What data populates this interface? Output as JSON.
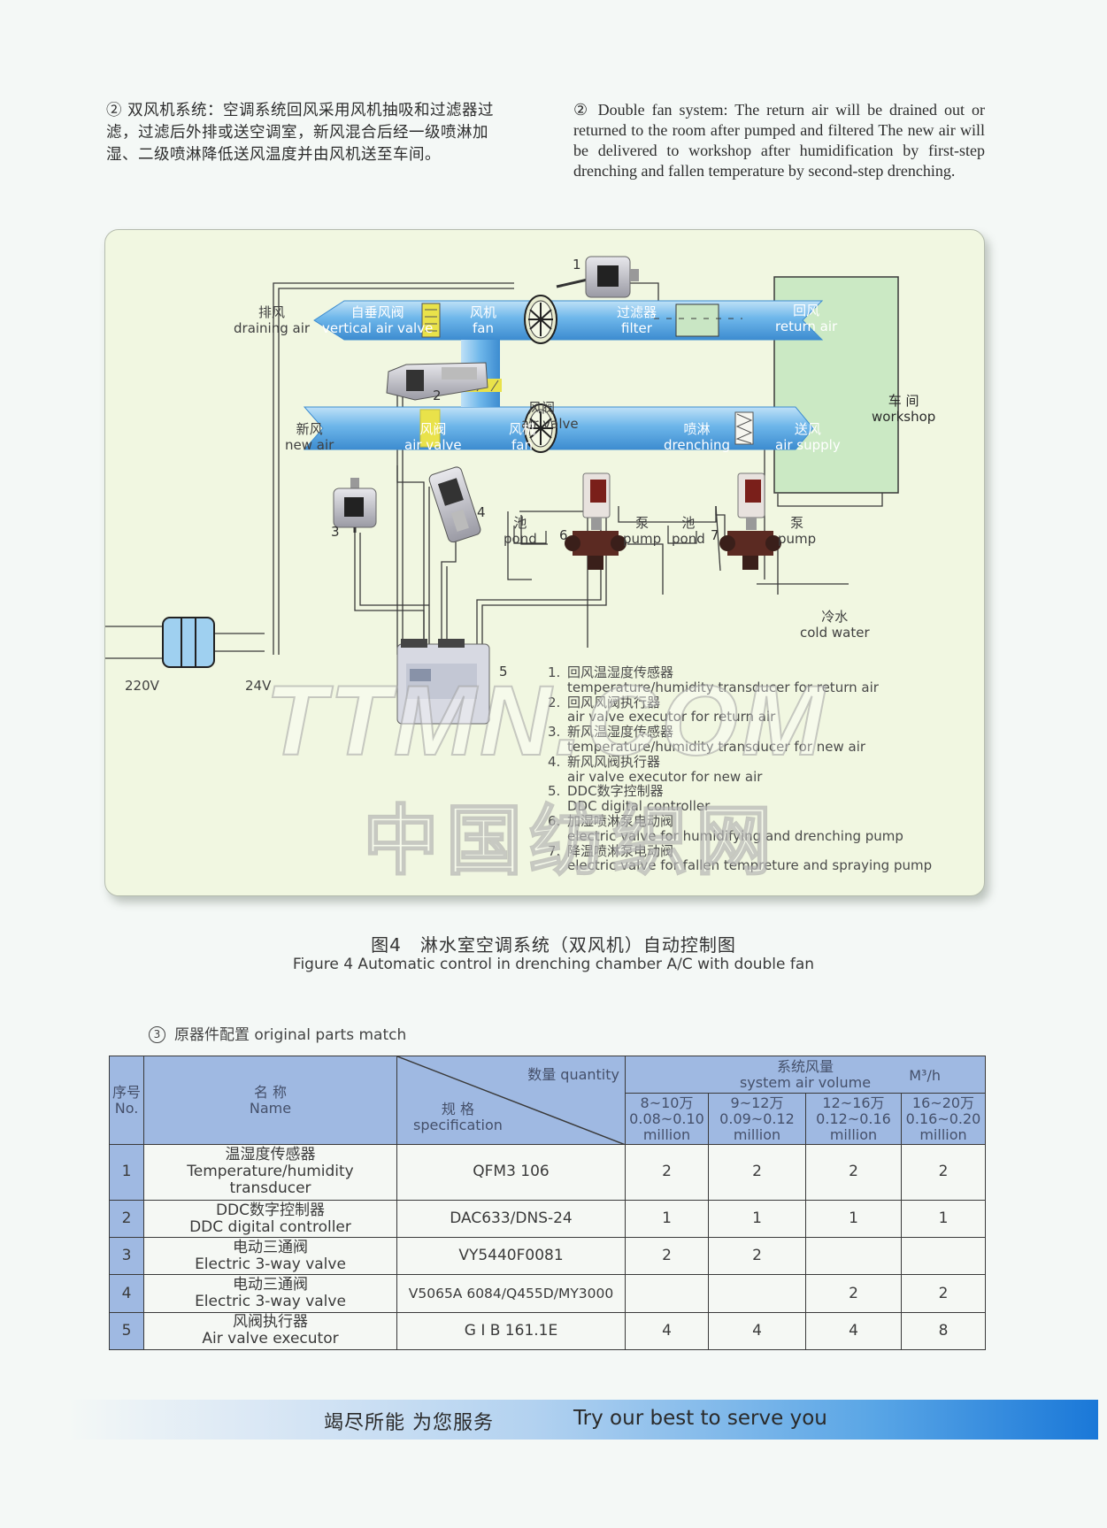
{
  "intro": {
    "cn": "② 双风机系统：空调系统回风采用风机抽吸和过滤器过滤，过滤后外排或送空调室，新风混合后经一级喷淋加湿、二级喷淋降低送风温度并由风机送至车间。",
    "en": "② Double fan system: The return air will be drained out or returned to the room after pumped and filtered The new air will be delivered to workshop after humidification by first-step drenching and fallen temperature by second-step drenching."
  },
  "diagram": {
    "labels": {
      "draining_cn": "排风",
      "draining_en": "draining air",
      "vertical_valve_cn": "自垂风阀",
      "vertical_valve_en": "vertical air valve",
      "fan_top_cn": "风机",
      "fan_top_en": "fan",
      "filter_cn": "过滤器",
      "filter_en": "filter",
      "return_cn": "回风",
      "return_en": "return air",
      "workshop_cn": "车 间",
      "workshop_en": "workshop",
      "air_valve_mid_cn": "风阀",
      "air_valve_mid_en": "air valve",
      "new_air_cn": "新风",
      "new_air_en": "new air",
      "air_valve_low_cn": "风阀",
      "air_valve_low_en": "air valve",
      "fan_low_cn": "风机",
      "fan_low_en": "fan",
      "drenching_cn": "喷淋",
      "drenching_en": "drenching",
      "supply_cn": "送风",
      "supply_en": "air supply",
      "pond1_cn": "池",
      "pond1_en": "pond",
      "pump1_cn": "泵",
      "pump1_en": "pump",
      "pond2_cn": "池",
      "pond2_en": "pond",
      "pump2_cn": "泵",
      "pump2_en": "pump",
      "cold_water_cn": "冷水",
      "cold_water_en": "cold water",
      "v220": "220V",
      "v24": "24V"
    },
    "numbers": [
      "1",
      "2",
      "3",
      "4",
      "5",
      "6",
      "7"
    ],
    "legend": [
      {
        "n": "1.",
        "cn": "回风温湿度传感器",
        "en": "temperature/humidity transducer for return air"
      },
      {
        "n": "2.",
        "cn": "回风风阀执行器",
        "en": "air valve executor for return air"
      },
      {
        "n": "3.",
        "cn": "新风温湿度传感器",
        "en": "temperature/humidity transducer for new air"
      },
      {
        "n": "4.",
        "cn": "新风风阀执行器",
        "en": "air valve executor for new air"
      },
      {
        "n": "5.",
        "cn": "DDC数字控制器",
        "en": "DDC digital controller"
      },
      {
        "n": "6.",
        "cn": "加湿喷淋泵电动阀",
        "en": "electric valve for humidifying and drenching pump"
      },
      {
        "n": "7.",
        "cn": "降温喷淋泵电动阀",
        "en": "electric valve for fallen tempreture and spraying pump"
      }
    ],
    "colors": {
      "duct": "#6fb4e8",
      "duct_edge": "#3d8cd0",
      "damper": "#e9e24a",
      "wire": "#3a3a3a"
    }
  },
  "watermark": {
    "line1": "TTMN.COM",
    "line2": "中国纺织网"
  },
  "caption": {
    "cn": "图4　淋水室空调系统（双风机）自动控制图",
    "en": "Figure 4   Automatic control in drenching chamber A/C with double fan"
  },
  "section": {
    "circ": "3",
    "title": "原器件配置 original parts match"
  },
  "table": {
    "head": {
      "no_cn": "序号",
      "no_en": "No.",
      "name_cn": "名 称",
      "name_en": "Name",
      "quantity": "数量 quantity",
      "spec_cn": "规 格",
      "spec_en": "specification",
      "volume_cn": "系统风量",
      "volume_en": "system air volume",
      "unit": "M³/h",
      "cols": [
        {
          "cn": "8~10万",
          "a": "0.08~0.10",
          "b": "million"
        },
        {
          "cn": "9~12万",
          "a": "0.09~0.12",
          "b": "million"
        },
        {
          "cn": "12~16万",
          "a": "0.12~0.16",
          "b": "million"
        },
        {
          "cn": "16~20万",
          "a": "0.16~0.20",
          "b": "million"
        }
      ]
    },
    "rows": [
      {
        "no": "1",
        "cn": "温湿度传感器",
        "en": "Temperature/humidity transducer",
        "spec": "QFM3 106",
        "q": [
          "2",
          "2",
          "2",
          "2"
        ]
      },
      {
        "no": "2",
        "cn": "DDC数字控制器",
        "en": "DDC digital controller",
        "spec": "DAC633/DNS-24",
        "q": [
          "1",
          "1",
          "1",
          "1"
        ]
      },
      {
        "no": "3",
        "cn": "电动三通阀",
        "en": "Electric 3-way valve",
        "spec": "VY5440F0081",
        "q": [
          "2",
          "2",
          "",
          ""
        ]
      },
      {
        "no": "4",
        "cn": "电动三通阀",
        "en": "Electric 3-way valve",
        "spec": "V5065A 6084/Q455D/MY3000",
        "q": [
          "",
          "",
          "2",
          "2"
        ]
      },
      {
        "no": "5",
        "cn": "风阀执行器",
        "en": "Air valve executor",
        "spec": "G I B 161.1E",
        "q": [
          "4",
          "4",
          "4",
          "8"
        ]
      }
    ]
  },
  "footer": {
    "cn": "竭尽所能  为您服务",
    "en": "Try our best to serve you"
  }
}
